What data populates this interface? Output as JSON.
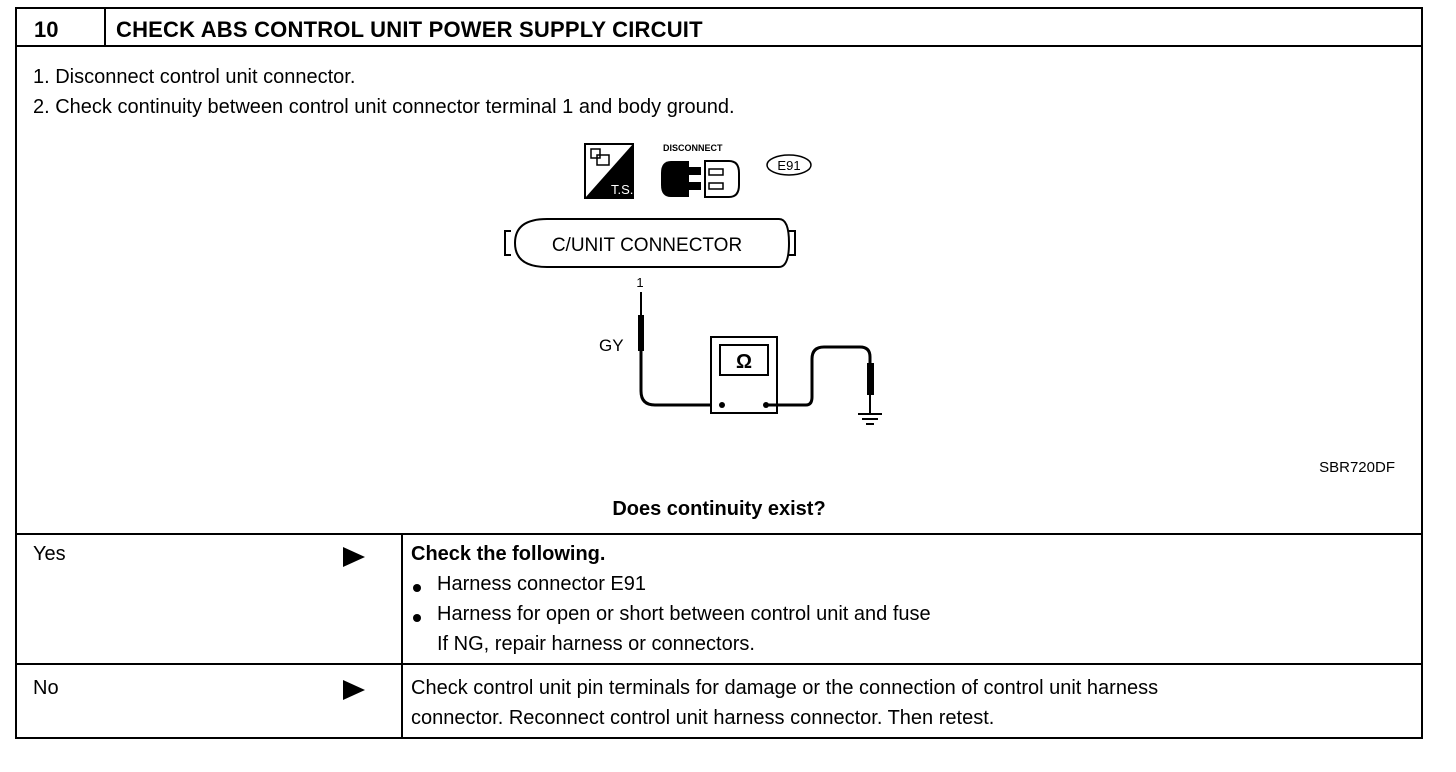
{
  "step": {
    "number": "10",
    "title": "CHECK ABS CONTROL UNIT POWER SUPPLY CIRCUIT"
  },
  "instructions": [
    "1.  Disconnect control unit connector.",
    "2.  Check continuity between control unit connector terminal 1 and body ground."
  ],
  "diagram": {
    "icon_disconnect_label": "DISCONNECT",
    "icon_ts_label": "T.S.",
    "connector_id": "E91",
    "connector_label": "C/UNIT CONNECTOR",
    "terminal_number": "1",
    "wire_color": "GY",
    "meter_symbol": "Ω",
    "figure_code": "SBR720DF",
    "icons": [
      "tester-ts-icon",
      "disconnect-connector-icon",
      "ohmmeter-icon",
      "ground-icon"
    ]
  },
  "question": "Does continuity exist?",
  "answers": {
    "yes": {
      "label": "Yes",
      "heading": "Check the following.",
      "bullets": [
        "Harness connector E91",
        "Harness for open or short between control unit and fuse"
      ],
      "note": "If NG, repair harness or connectors."
    },
    "no": {
      "label": "No",
      "line1": "Check control unit pin terminals for damage or the connection of control unit harness",
      "line2": "connector. Reconnect control unit harness connector. Then retest."
    }
  }
}
